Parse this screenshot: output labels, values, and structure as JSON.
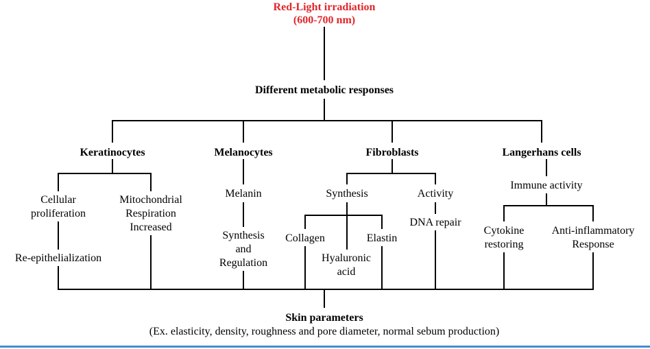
{
  "source": {
    "title": "Red-Light irradiation",
    "range": "(600-700 nm)"
  },
  "response_title": "Different metabolic responses",
  "cells": {
    "keratinocytes": {
      "name": "Keratinocytes",
      "effect_a": [
        "Cellular",
        "proliferation"
      ],
      "effect_a_result": "Re-epithelialization",
      "effect_b": [
        "Mitochondrial",
        "Respiration",
        "Increased"
      ]
    },
    "melanocytes": {
      "name": "Melanocytes",
      "pigment": "Melanin",
      "process": [
        "Synthesis",
        "and",
        "Regulation"
      ]
    },
    "fibroblasts": {
      "name": "Fibroblasts",
      "synthesis": "Synthesis",
      "collagen": "Collagen",
      "hyaluronic": [
        "Hyaluronic",
        "acid"
      ],
      "elastin": "Elastin",
      "activity": "Activity",
      "dna": "DNA repair"
    },
    "langerhans": {
      "name": "Langerhans cells",
      "immune": "Immune activity",
      "cytokine": [
        "Cytokine",
        "restoring"
      ],
      "antiinflam": [
        "Anti-inflammatory",
        "Response"
      ]
    }
  },
  "outcome": {
    "title": "Skin parameters",
    "examples": "(Ex. elasticity, density, roughness and pore diameter, normal sebum production)"
  },
  "colors": {
    "title_red": "#e0262b",
    "line": "#000000",
    "bottom_rule": "#3f8fcf"
  }
}
